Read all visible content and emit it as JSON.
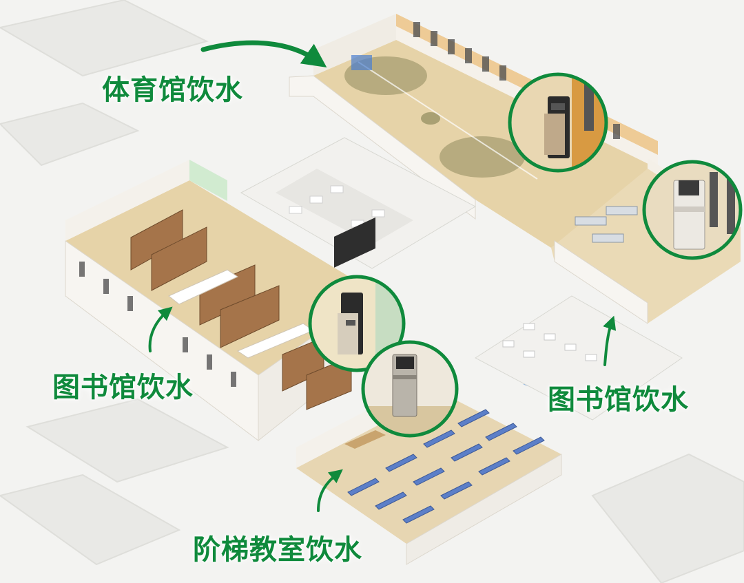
{
  "labels": {
    "gym": "体育馆饮水",
    "library_left": "图书馆饮水",
    "library_right": "图书馆饮水",
    "lecture_hall": "阶梯教室饮水"
  },
  "colors": {
    "accent_green": "#0f8a3c",
    "floor_wood": "#e8d6b0",
    "wall_white": "#f7f5f1",
    "bookshelf": "#a5744a",
    "desk_blue": "#5c7fc8",
    "background": "#f3f3f1"
  },
  "icons": [
    "arrow-icon",
    "water-dispenser-icon"
  ]
}
